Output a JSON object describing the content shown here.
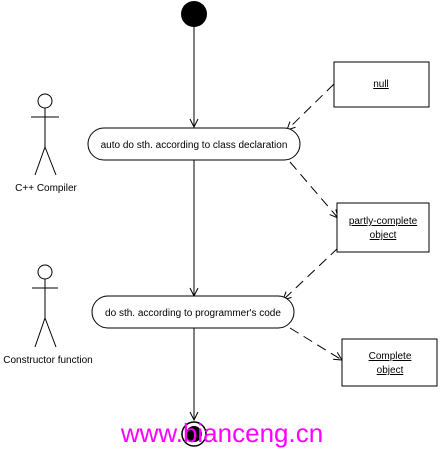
{
  "actors": {
    "compiler": "C++ Compiler",
    "constructor": "Constructor function"
  },
  "actions": {
    "auto": "auto do sth. according to class declaration",
    "programmer": "do sth. according to programmer's code"
  },
  "objects": {
    "null": [
      "null"
    ],
    "partly": [
      "partly-complete",
      "object"
    ],
    "complete": [
      "Complete",
      "object"
    ]
  },
  "watermark": "www.bianceng.cn",
  "colors": {
    "line": "#000000",
    "watermark": "#ff00ff",
    "background": "#ffffff"
  }
}
